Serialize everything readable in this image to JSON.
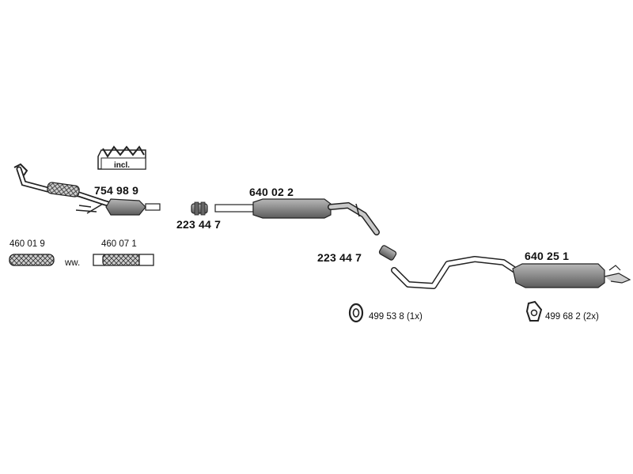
{
  "parts": {
    "downpipe_kit": {
      "number": "754 98 9",
      "kit_label": "incl."
    },
    "clamp_front": {
      "number": "223 44 7"
    },
    "middle_silencer": {
      "number": "640 02 2"
    },
    "clamp_rear": {
      "number": "223 44 7"
    },
    "rear_silencer": {
      "number": "640 25 1"
    },
    "flex_pipe_a": {
      "number": "460 01 9"
    },
    "flex_pipe_b": {
      "number": "460 07 1"
    },
    "alternative_separator": "ww.",
    "rubber_mount_a": {
      "number": "499 53 8",
      "qty": "(1x)"
    },
    "rubber_mount_b": {
      "number": "499 68 2",
      "qty": "(2x)"
    }
  }
}
